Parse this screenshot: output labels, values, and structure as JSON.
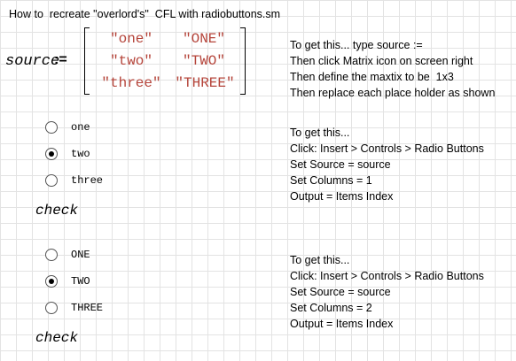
{
  "title": "How to  recreate \"overlord's\"  CFL with radiobuttons.sm",
  "definition": {
    "variable": "source",
    "operator": ":=",
    "matrix": [
      [
        "\"one\"",
        "\"ONE\""
      ],
      [
        "\"two\"",
        "\"TWO\""
      ],
      [
        "\"three\"",
        "\"THREE\""
      ]
    ]
  },
  "note1": [
    "To get this... type source :=",
    "Then click Matrix icon on screen right",
    "Then define the maxtix to be  1x3",
    "Then replace each place holder as shown"
  ],
  "radio_group_1": {
    "options": [
      "one",
      "two",
      "three"
    ],
    "selected": "two",
    "check_label": "check"
  },
  "note2": [
    "To get this...",
    "Click: Insert > Controls > Radio Buttons",
    "Set Source = source",
    "Set Columns = 1",
    "Output = Items Index"
  ],
  "radio_group_2": {
    "options": [
      "ONE",
      "TWO",
      "THREE"
    ],
    "selected": "TWO",
    "check_label": "check"
  },
  "note3": [
    "To get this...",
    "Click: Insert > Controls > Radio Buttons",
    "Set Source = source",
    "Set Columns = 2",
    "Output = Items Index"
  ],
  "colors": {
    "matrix_string": "#b5443a",
    "grid_line": "#e3e3e3"
  }
}
